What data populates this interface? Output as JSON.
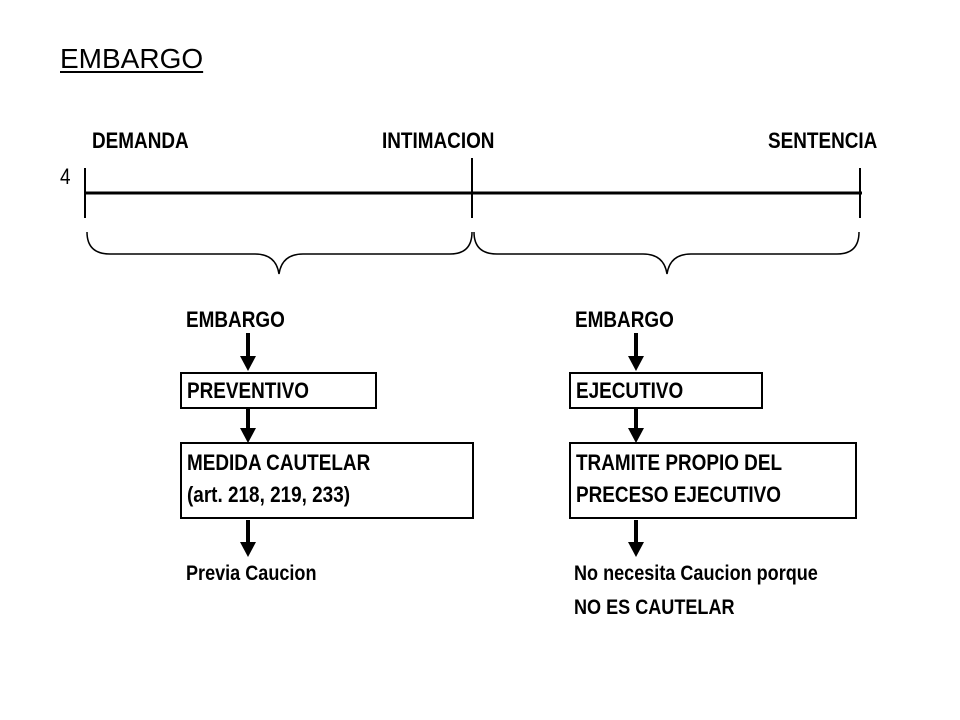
{
  "title": "EMBARGO",
  "timeline": {
    "index": "4",
    "labels": {
      "demanda": "DEMANDA",
      "intimacion": "INTIMACION",
      "sentencia": "SENTENCIA"
    }
  },
  "left_branch": {
    "heading": "EMBARGO",
    "box1": "PREVENTIVO",
    "box2_line1": "MEDIDA CAUTELAR",
    "box2_line2": "(art. 218, 219, 233)",
    "result": "Previa Caucion"
  },
  "right_branch": {
    "heading": "EMBARGO",
    "box1": "EJECUTIVO",
    "box2_line1": "TRAMITE PROPIO DEL",
    "box2_line2": "PRECESO EJECUTIVO",
    "result_line1": "No necesita Caucion porque",
    "result_line2": "NO ES CAUTELAR"
  },
  "colors": {
    "ink": "#000000",
    "background": "#ffffff"
  }
}
